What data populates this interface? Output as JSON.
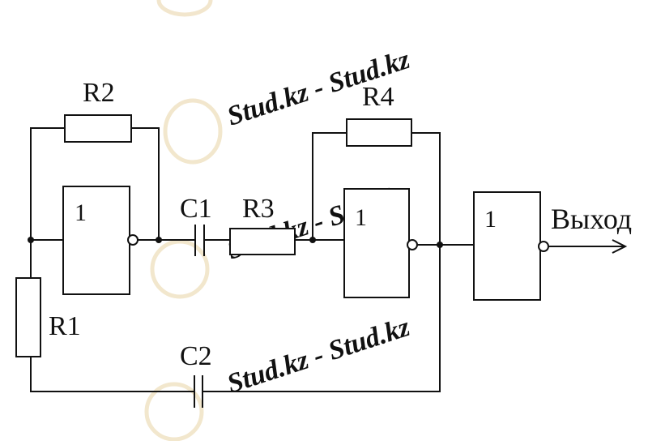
{
  "colors": {
    "ink": "#111111",
    "paper": "#ffffff",
    "watermark_text": "#dfe6e3",
    "watermark_logo": "#f1e4c8"
  },
  "labels": {
    "r1": "R1",
    "r2": "R2",
    "r3": "R3",
    "r4": "R4",
    "c1": "C1",
    "c2": "C2",
    "gate1": "1",
    "gate2": "1",
    "gate3": "1",
    "output": "Выход"
  },
  "watermark": {
    "text": "Stud.kz - Stud.kz"
  }
}
